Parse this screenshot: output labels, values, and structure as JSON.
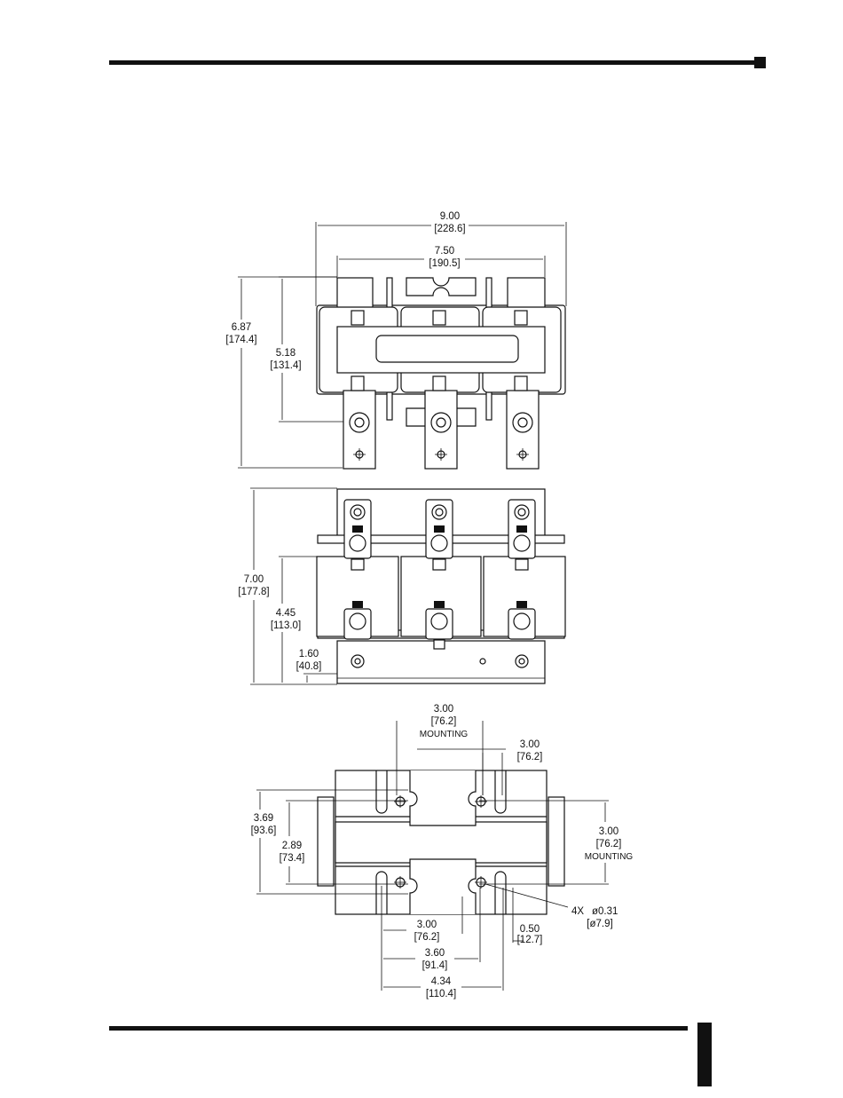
{
  "page": {
    "top_rule": "header-rule",
    "bottom_rule": "footer-rule"
  },
  "front_view": {
    "overall_width": {
      "in": "9.00",
      "mm": "[228.6]"
    },
    "terminal_width": {
      "in": "7.50",
      "mm": "[190.5]"
    },
    "overall_height": {
      "in": "6.87",
      "mm": "[174.4]"
    },
    "body_height": {
      "in": "5.18",
      "mm": "[131.4]"
    }
  },
  "side_view": {
    "overall_height": {
      "in": "7.00",
      "mm": "[177.8]"
    },
    "terminal_height": {
      "in": "4.45",
      "mm": "[113.0]"
    },
    "base_height": {
      "in": "1.60",
      "mm": "[40.8]"
    }
  },
  "top_view": {
    "mount_top": {
      "in": "3.00",
      "mm": "[76.2]",
      "note": "MOUNTING"
    },
    "mount_top_right": {
      "in": "3.00",
      "mm": "[76.2]"
    },
    "height_left": {
      "in": "3.69",
      "mm": "[93.6]"
    },
    "height_inner": {
      "in": "2.89",
      "mm": "[73.4]"
    },
    "mount_right": {
      "in": "3.00",
      "mm": "[76.2]",
      "note": "MOUNTING"
    },
    "hole_callout": {
      "qty": "4X",
      "size": "ø0.31",
      "mm": "[ø7.9]"
    },
    "slot_width": {
      "in": "0.50",
      "mm": "[12.7]"
    },
    "bottom_a": {
      "in": "3.00",
      "mm": "[76.2]"
    },
    "bottom_b": {
      "in": "3.60",
      "mm": "[91.4]"
    },
    "bottom_c": {
      "in": "4.34",
      "mm": "[110.4]"
    }
  }
}
